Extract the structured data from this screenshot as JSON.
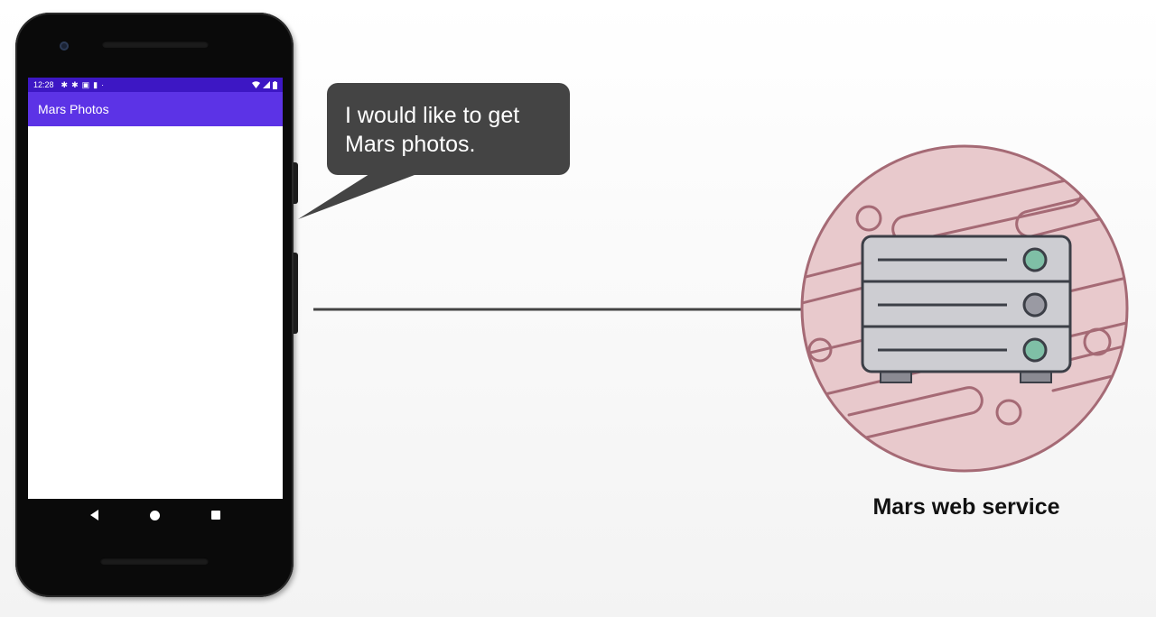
{
  "phone": {
    "status_time": "12:28",
    "app_title": "Mars Photos",
    "status_icons": [
      "gear-icon",
      "gear-icon",
      "image-icon",
      "sd-card-icon",
      "dot-icon"
    ],
    "status_right_icons": [
      "wifi-icon",
      "signal-icon",
      "battery-icon"
    ],
    "nav_buttons": [
      "back",
      "home",
      "recents"
    ]
  },
  "bubble": {
    "text_line1": "I would like to get",
    "text_line2": "Mars photos."
  },
  "service": {
    "label": "Mars web service"
  },
  "colors": {
    "status_bar": "#3d17c4",
    "app_bar": "#5c33e6",
    "bubble": "#444444",
    "planet_fill": "#e8c9cc",
    "planet_stroke": "#a56a75",
    "server_body": "#cdcdd2",
    "led_green": "#7fbfa6",
    "led_gray": "#9a9aa3"
  }
}
